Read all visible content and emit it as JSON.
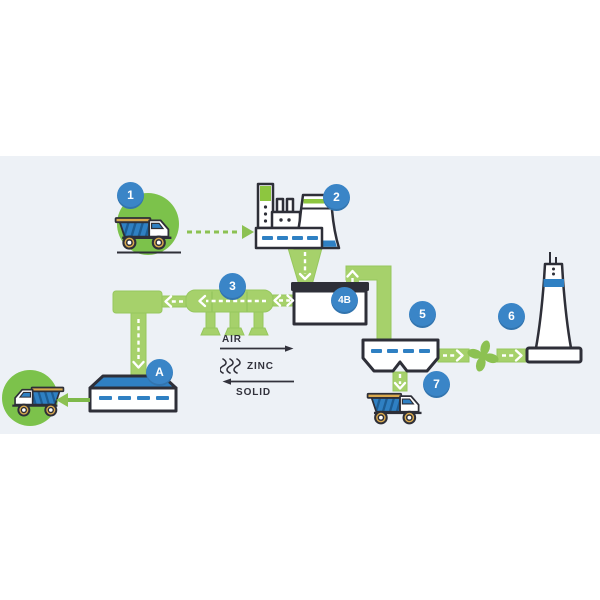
{
  "badges": {
    "step1": "1",
    "step2": "2",
    "step3": "3",
    "step4b": "4B",
    "step5": "5",
    "step6": "6",
    "step7": "7",
    "stepA": "A"
  },
  "legend": {
    "air": "AIR",
    "zinc": "ZINC",
    "solid": "SOLID"
  },
  "icons": {
    "truck_in": "dump-truck-icon",
    "factory": "factory-icon",
    "kiln": "rotary-kiln-icon",
    "furnace": "furnace-box-icon",
    "hopper": "hopper-icon",
    "fan": "fan-icon",
    "tower": "smelter-tower-icon",
    "collector": "collector-machine-icon",
    "truck_out": "dump-truck-icon"
  },
  "colors": {
    "background_band": "#edf1f6",
    "pipe_green": "#a6d16b",
    "bright_green": "#7cc24b",
    "accent_green": "#8cc152",
    "badge_blue": "#3a85c7",
    "machine_blue": "#2f80c3",
    "outline_dark": "#2e2f38",
    "wheel_gold": "#d9a94e",
    "factory_green": "#8dc63f"
  }
}
